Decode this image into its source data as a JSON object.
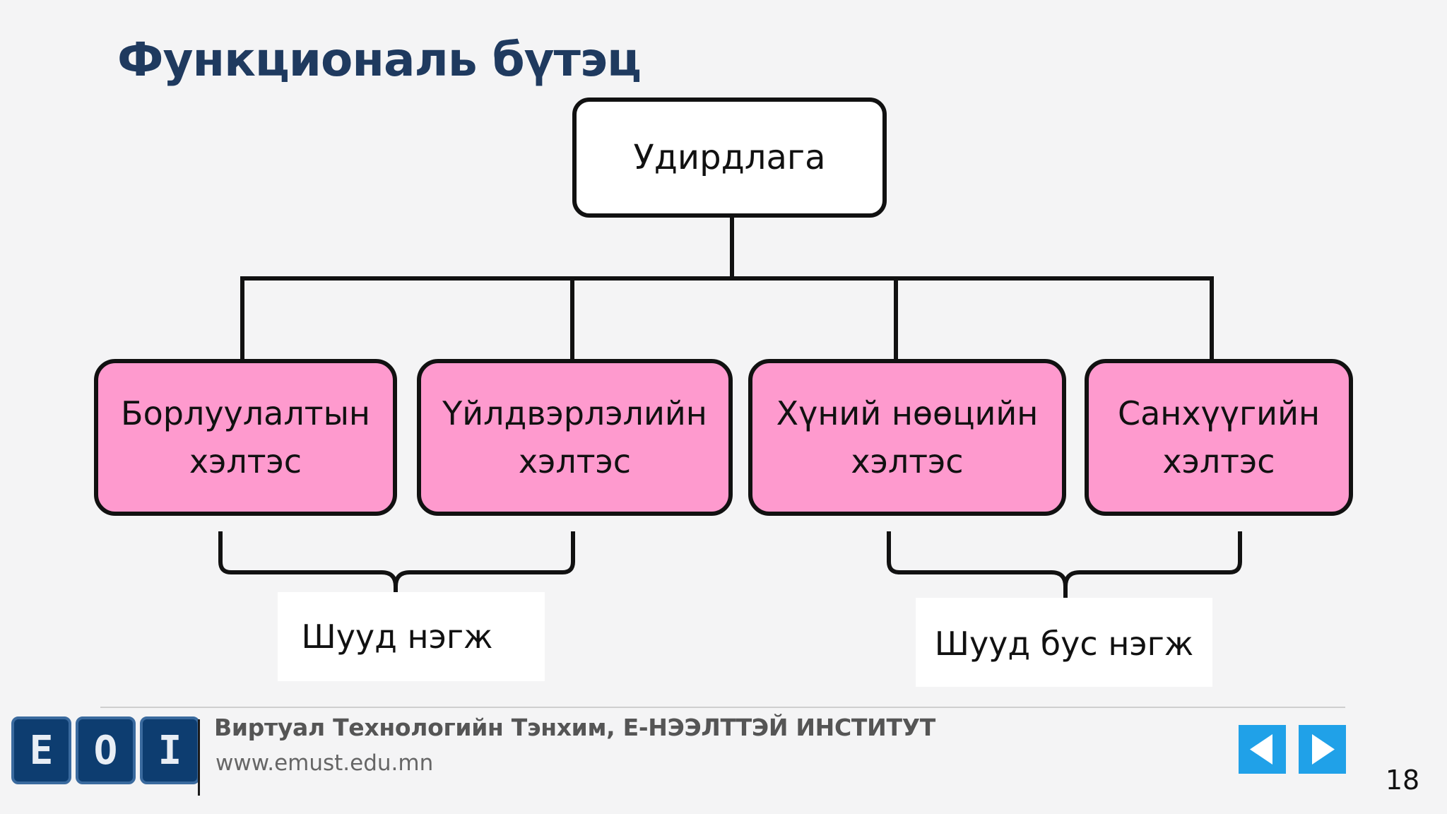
{
  "slide": {
    "title": "Функциональ бүтэц",
    "page_number": "18"
  },
  "diagram": {
    "root": {
      "label": "Удирдлага"
    },
    "departments": [
      {
        "line1": "Борлуулалтын",
        "line2": "хэлтэс"
      },
      {
        "line1": "Үйлдвэрлэлийн",
        "line2": "хэлтэс"
      },
      {
        "line1": "Хүний нөөцийн",
        "line2": "хэлтэс"
      },
      {
        "line1": "Санхүүгийн",
        "line2": "хэлтэс"
      }
    ],
    "groups": {
      "direct": "Шууд нэгж",
      "indirect": "Шууд бус нэгж"
    },
    "colors": {
      "department_fill": "#fe9ace",
      "root_fill": "#ffffff",
      "stroke": "#111111"
    }
  },
  "footer": {
    "logo_letters": [
      "E",
      "O",
      "I"
    ],
    "organization": "Виртуал Технологийн Тэнхим, Е-НЭЭЛТТЭЙ ИНСТИТУТ",
    "url": "www.emust.edu.mn",
    "logo_color": "#0d3d70",
    "nav_color": "#20a1e8",
    "prev_icon": "triangle-left-icon",
    "next_icon": "triangle-right-icon"
  }
}
